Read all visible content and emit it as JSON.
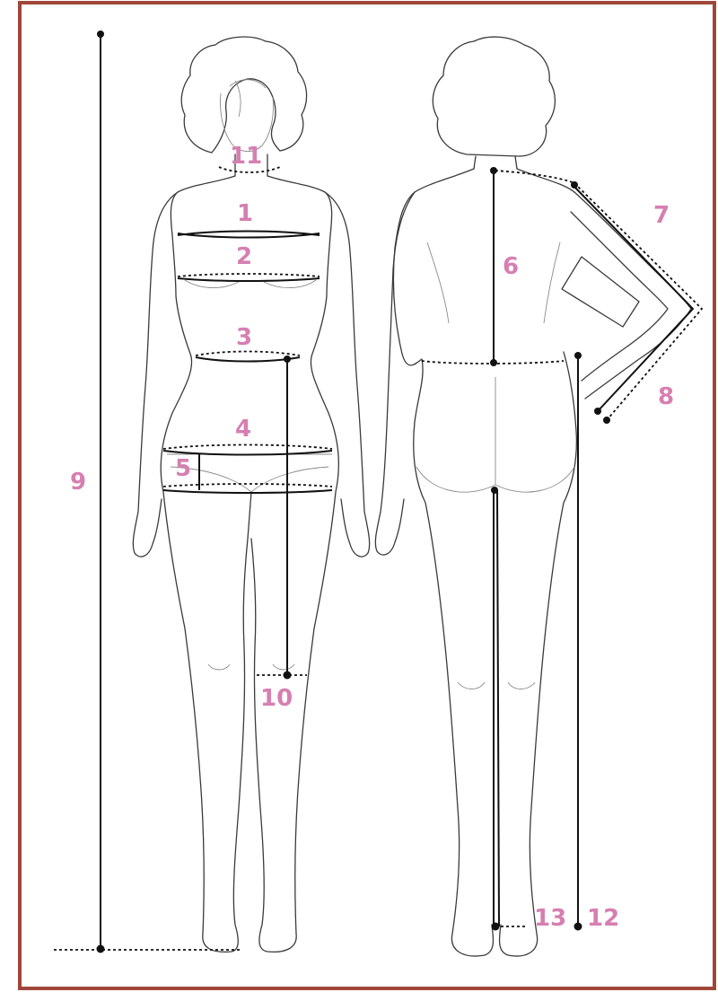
{
  "colors": {
    "frame": "#a0463a",
    "label": "#d67fb1",
    "measure": "#111111",
    "outline": "#3a3a3a"
  },
  "figures": [
    "front-view-woman",
    "back-view-woman"
  ],
  "labels": {
    "m1": "1",
    "m2": "2",
    "m3": "3",
    "m4": "4",
    "m5": "5",
    "m6": "6",
    "m7": "7",
    "m8": "8",
    "m9": "9",
    "m10": "10",
    "m11": "11",
    "m12": "12",
    "m13": "13"
  }
}
